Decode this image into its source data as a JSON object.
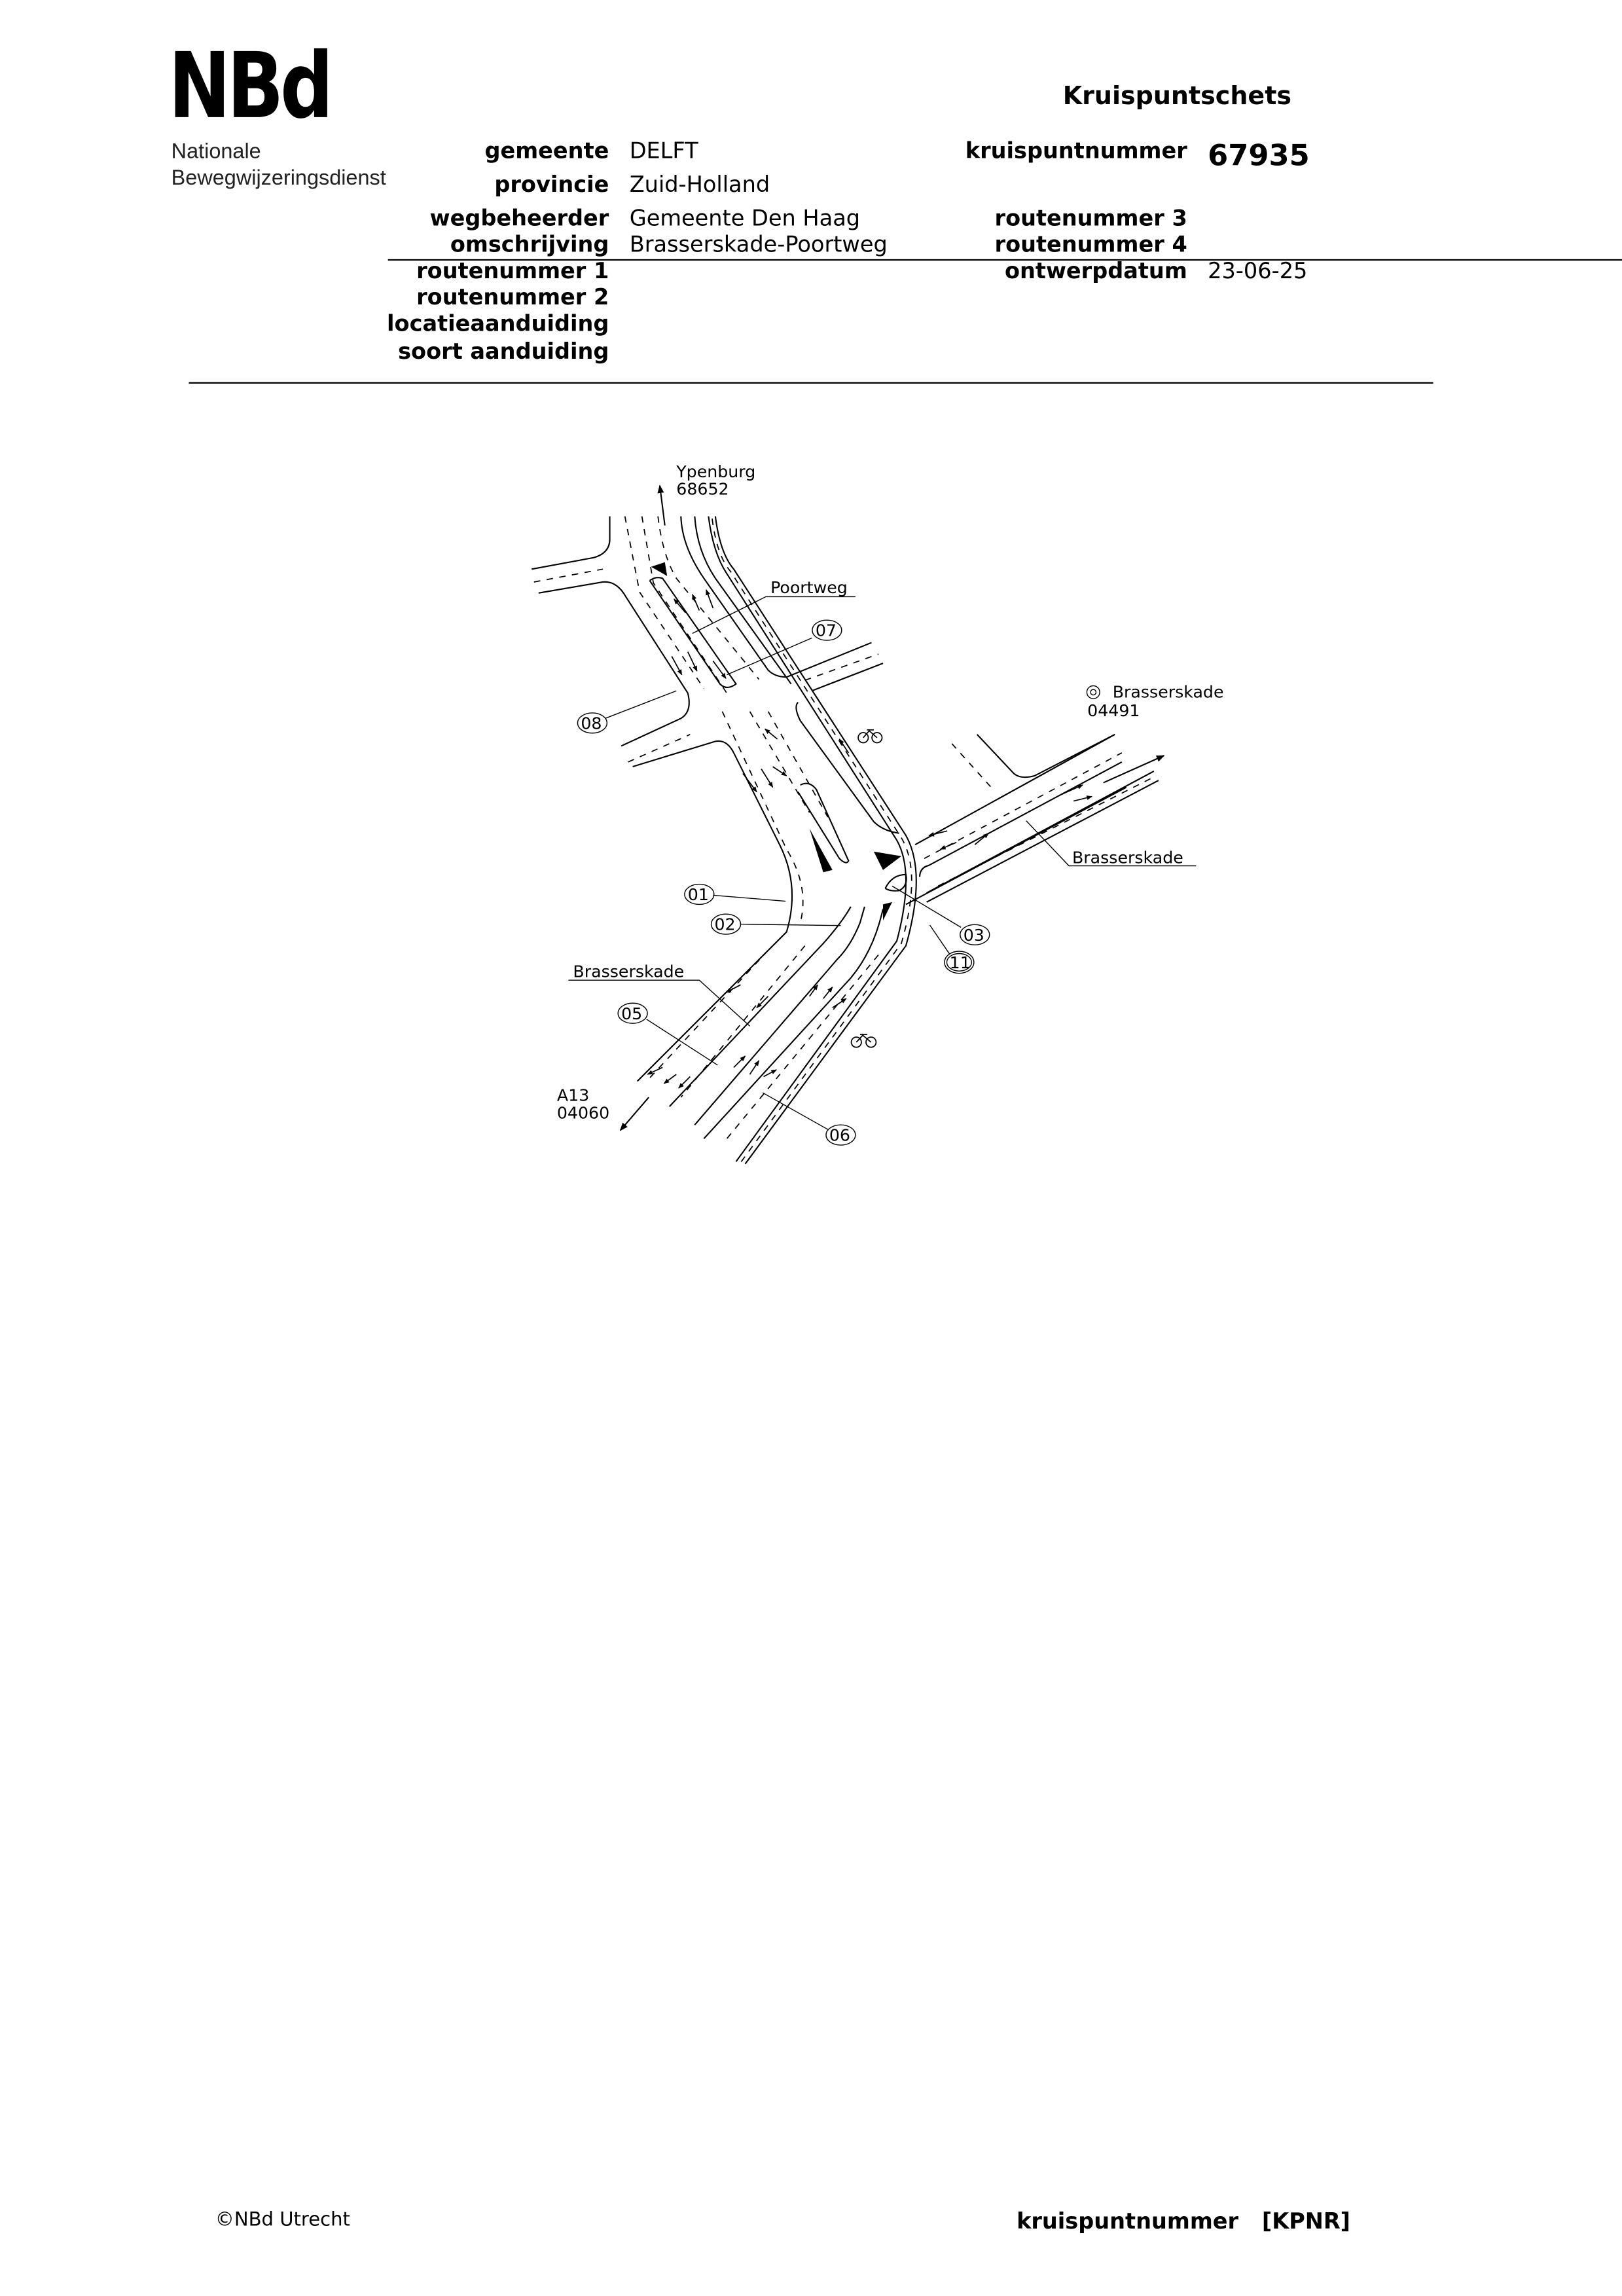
{
  "logo": {
    "text": "NBd",
    "line1": "Nationale",
    "line2": "Bewegwijzeringsdienst"
  },
  "header": {
    "title": "Kruispuntschets",
    "left_fields": [
      {
        "label": "gemeente",
        "value": "DELFT"
      },
      {
        "label": "provincie",
        "value": "Zuid-Holland"
      },
      {
        "label": "wegbeheerder",
        "value": "Gemeente Den Haag"
      },
      {
        "label": "omschrijving",
        "value": "Brasserskade-Poortweg"
      },
      {
        "label": "routenummer 1",
        "value": ""
      },
      {
        "label": "routenummer 2",
        "value": ""
      },
      {
        "label": "locatieaanduiding",
        "value": ""
      },
      {
        "label": "soort aanduiding",
        "value": ""
      }
    ],
    "right_fields": [
      {
        "label": "kruispuntnummer",
        "value": "67935"
      },
      {
        "label": "routenummer 3",
        "value": ""
      },
      {
        "label": "routenummer 4",
        "value": ""
      },
      {
        "label": "ontwerpdatum",
        "value": "23-06-25"
      }
    ]
  },
  "diagram": {
    "destinations": {
      "north": {
        "name": "Ypenburg",
        "number": "68652"
      },
      "east": {
        "name": "Brasserskade",
        "number": "04491",
        "icon": "roundabout-icon"
      },
      "southwest": {
        "name": "A13",
        "number": "04060"
      }
    },
    "street_labels": [
      "Poortweg",
      "Brasserskade",
      "Brasserskade"
    ],
    "markers": [
      "07",
      "08",
      "01",
      "02",
      "03",
      "11",
      "05",
      "06"
    ]
  },
  "footer": {
    "copyright": "©NBd Utrecht",
    "label": "kruispuntnummer",
    "placeholder": "[KPNR]"
  }
}
